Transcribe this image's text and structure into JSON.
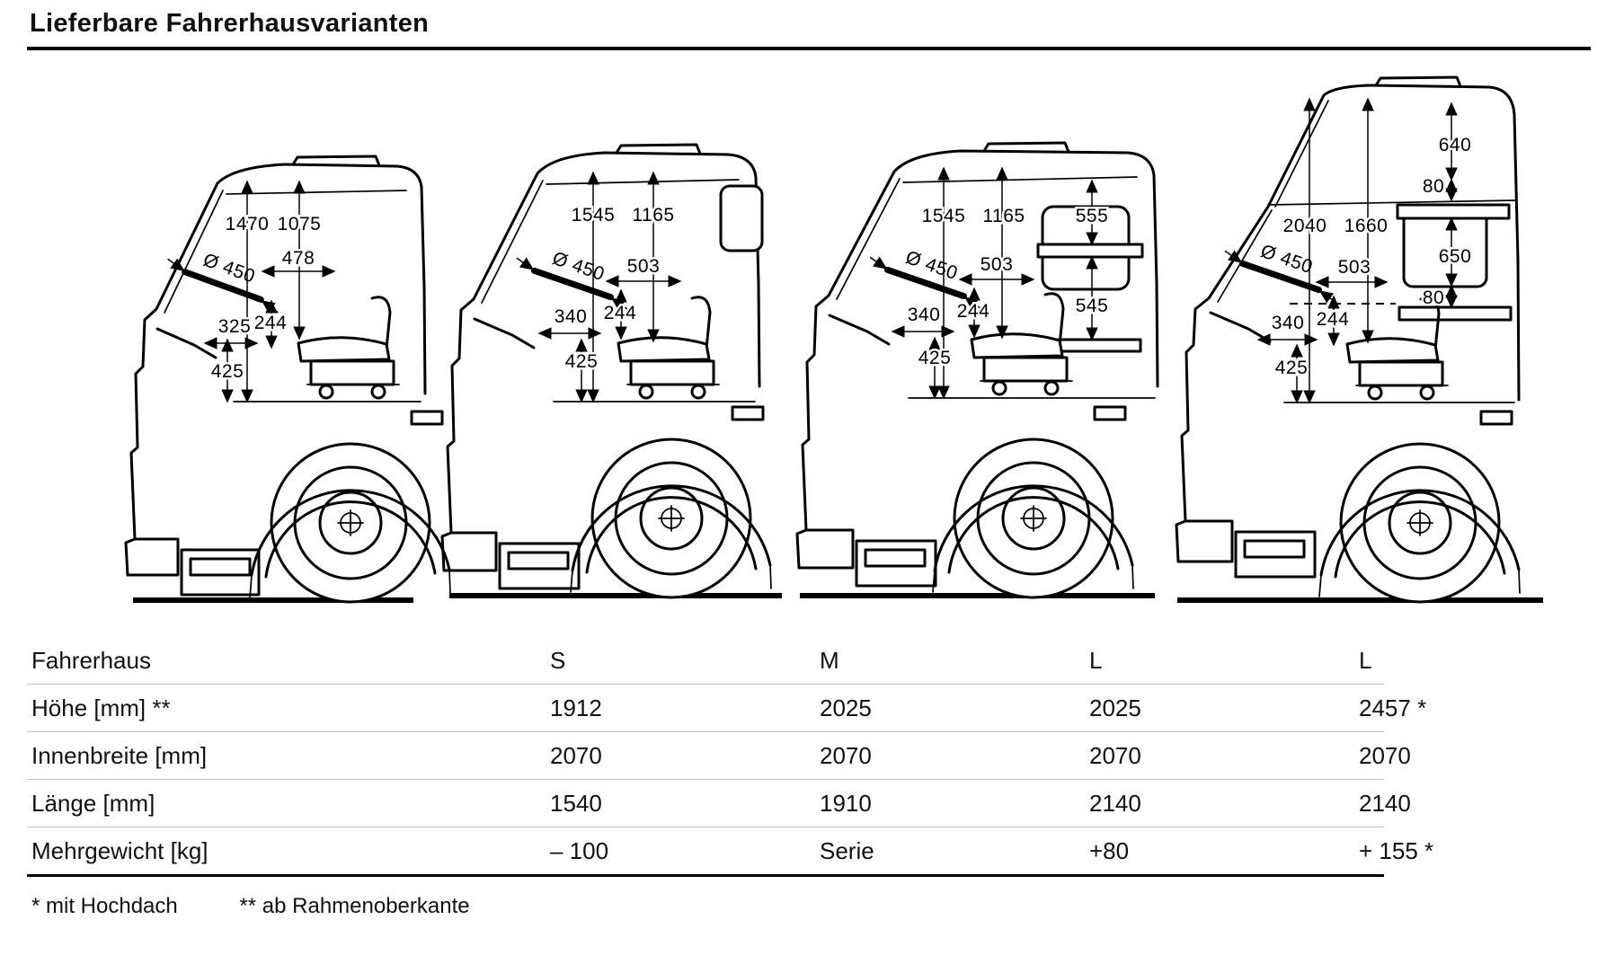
{
  "title": "Lieferbare Fahrerhausvarianten",
  "trucks": [
    {
      "variant": "S",
      "dims": {
        "height_total": "1470",
        "height_to_seat": "1075",
        "wheel_dia": "Ø 450",
        "wheel_to_seat": "478",
        "seat_travel": "325",
        "seat_adjust": "244",
        "seat_height": "425"
      }
    },
    {
      "variant": "M",
      "dims": {
        "height_total": "1545",
        "height_to_seat": "1165",
        "wheel_dia": "Ø 450",
        "wheel_to_seat": "503",
        "seat_travel": "340",
        "seat_adjust": "244",
        "seat_height": "425"
      }
    },
    {
      "variant": "L",
      "dims": {
        "height_total": "1545",
        "height_to_seat": "1165",
        "wheel_dia": "Ø 450",
        "wheel_to_seat": "503",
        "seat_travel": "340",
        "seat_adjust": "244",
        "seat_height": "425",
        "bunk_upper": "555",
        "bunk_lower": "545"
      }
    },
    {
      "variant": "L Hochdach",
      "dims": {
        "height_total": "2040",
        "height_to_seat": "1660",
        "wheel_dia": "Ø 450",
        "wheel_to_seat": "503",
        "seat_travel": "340",
        "seat_adjust": "244",
        "seat_height": "425",
        "roof_extra": "640",
        "gap_upper": "80",
        "rear_window": "650",
        "gap_lower": "80"
      }
    }
  ],
  "table": {
    "rows": [
      {
        "label": "Fahrerhaus",
        "values": [
          "S",
          "M",
          "L",
          "L"
        ]
      },
      {
        "label": "Höhe [mm] **",
        "values": [
          "1912",
          "2025",
          "2025",
          "2457 *"
        ]
      },
      {
        "label": "Innenbreite [mm]",
        "values": [
          "2070",
          "2070",
          "2070",
          "2070"
        ]
      },
      {
        "label": "Länge [mm]",
        "values": [
          "1540",
          "1910",
          "2140",
          "2140"
        ]
      },
      {
        "label": "Mehrgewicht [kg]",
        "values": [
          "– 100",
          "Serie",
          "+80",
          "+ 155 *"
        ]
      }
    ]
  },
  "footnotes": {
    "hochdach": "* mit Hochdach",
    "rahmen": "** ab Rahmenoberkante"
  }
}
